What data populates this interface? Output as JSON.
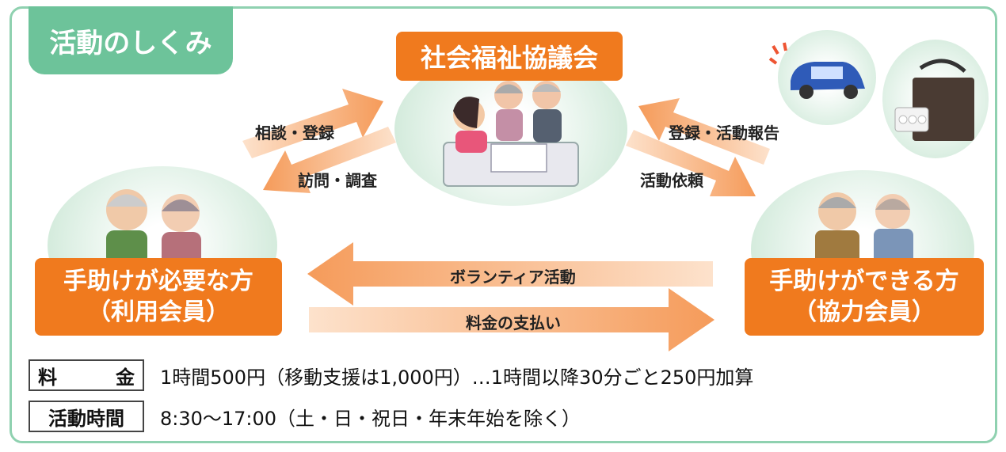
{
  "tab_title": "活動のしくみ",
  "council": "社会福祉協議会",
  "user_label": {
    "line1": "手助けが必要な方",
    "line2": "（利用会員）"
  },
  "helper_label": {
    "line1": "手助けができる方",
    "line2": "（協力会員）"
  },
  "arrows": {
    "consult": "相談・登録",
    "visit": "訪問・調査",
    "register_report": "登録・活動報告",
    "request": "活動依頼",
    "volunteer": "ボランティア活動",
    "payment": "料金の支払い"
  },
  "fee": {
    "key_left": "料",
    "key_right": "金",
    "value": "1時間500円（移動支援は1,000円）…1時間以降30分ごと250円加算"
  },
  "hours": {
    "key": "活動時間",
    "value": "8:30〜17:00（土・日・祝日・年末年始を除く）"
  },
  "colors": {
    "orange": "#f07a1e",
    "green": "#6dc39a",
    "border": "#8fd1b0"
  },
  "icons": [
    "council-staff-illustration",
    "elderly-couple-illustration",
    "helper-couple-illustration",
    "car-icon",
    "shopping-bag-icon"
  ]
}
